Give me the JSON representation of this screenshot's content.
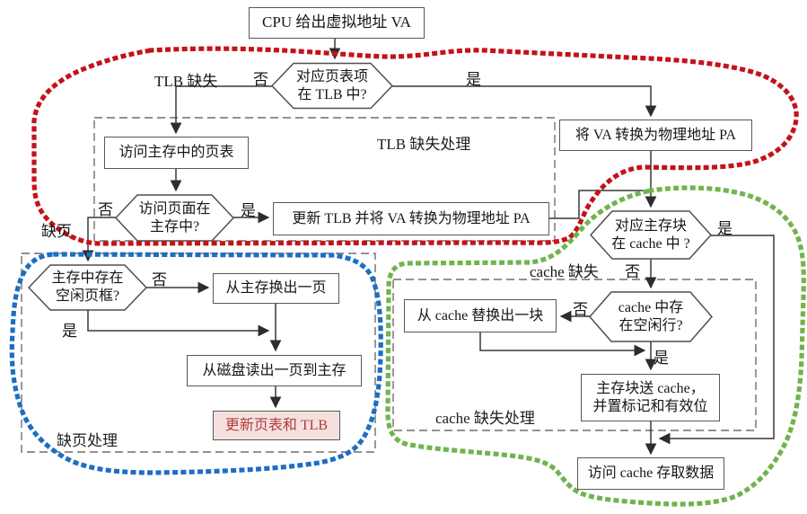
{
  "colors": {
    "red_outline": "#c51218",
    "blue_outline": "#1c6ec2",
    "green_outline": "#6fb44c",
    "connector": "#383838",
    "dashed_region_border": "#6f6f6f",
    "highlight_bg": "#f5e0e0",
    "highlight_text": "#b23b3b"
  },
  "processes": {
    "cpu_va": "CPU 给出虚拟地址 VA",
    "va_to_pa": "将 VA 转换为物理地址 PA",
    "visit_page_table": "访问主存中的页表",
    "update_tlb": "更新 TLB 并将 VA 转换为物理地址 PA",
    "swap_out_page": "从主存换出一页",
    "read_from_disk": "从磁盘读出一页到主存",
    "update_page_table": "更新页表和 TLB",
    "replace_cache_block": "从 cache 替换出一块",
    "load_block_to_cache": "主存块送 cache，\n并置标记和有效位",
    "access_cache": "访问 cache 存取数据"
  },
  "decisions": {
    "pte_in_tlb": "对应页表项\n在 TLB 中?",
    "page_in_memory": "访问页面在\n主存中?",
    "free_page_frame": "主存中存在\n空闲页框?",
    "block_in_cache": "对应主存块\n在 cache 中 ?",
    "free_cache_line": "cache 中存\n在空闲行?"
  },
  "edge_labels": {
    "tlb_miss": "TLB 缺失",
    "tlb_no": "否",
    "tlb_yes": "是",
    "page_no": "否",
    "page_yes": "是",
    "page_fault": "缺页",
    "frame_no": "否",
    "frame_yes": "是",
    "block_yes": "是",
    "block_no": "否",
    "cache_miss": "cache 缺失",
    "line_no": "否",
    "line_yes": "是"
  },
  "region_labels": {
    "tlb_miss_handling": "TLB 缺失处理",
    "page_fault_handling": "缺页处理",
    "cache_miss_handling": "cache 缺失处理"
  }
}
